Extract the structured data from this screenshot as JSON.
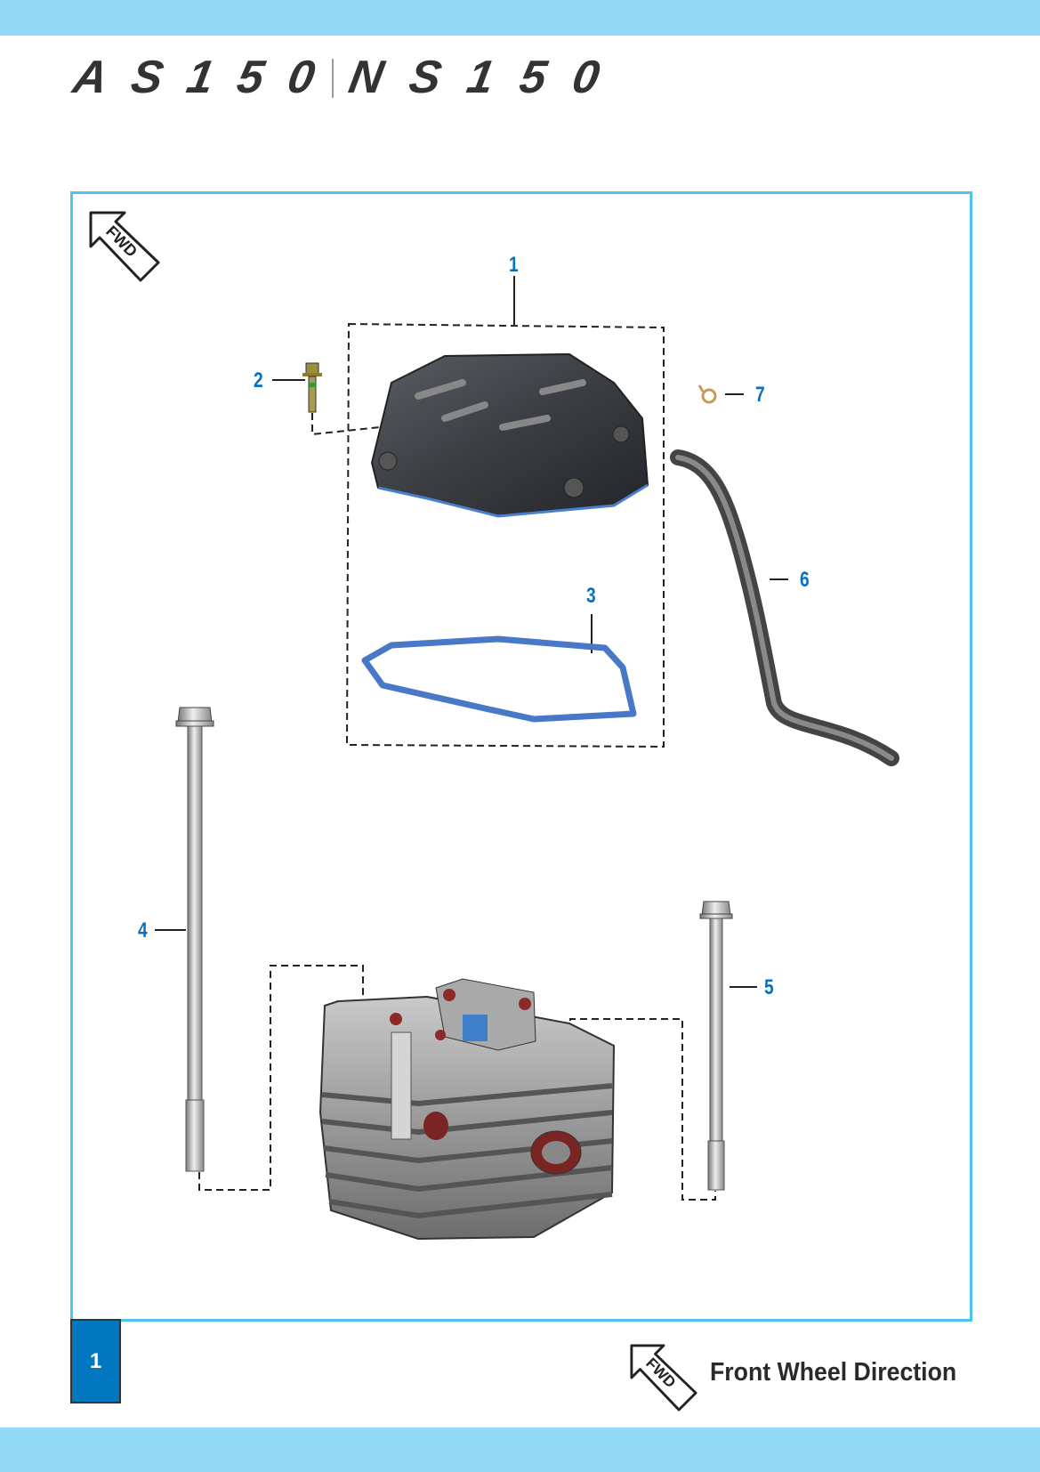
{
  "header": {
    "logo_text": "AS150 | NS150"
  },
  "diagram": {
    "fwd_icon_text": "FWD",
    "callouts": [
      "1",
      "2",
      "3",
      "4",
      "5",
      "6",
      "7"
    ]
  },
  "footer": {
    "page_number": "1",
    "fwd_icon_text": "FWD",
    "direction_label": "Front Wheel Direction"
  },
  "colors": {
    "band": "#93d9f6",
    "frame": "#4ec3ef",
    "callout": "#0a6fbd",
    "page_box": "#0077be"
  }
}
